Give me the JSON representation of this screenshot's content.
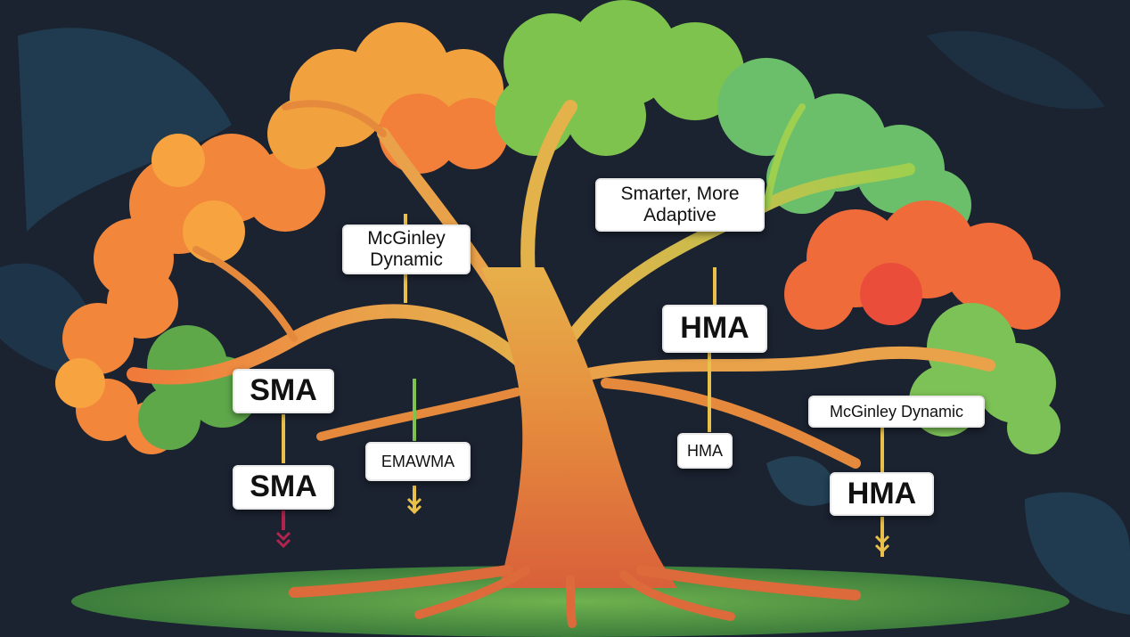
{
  "labels": {
    "mcginley_top": "McGinley Dynamic",
    "smarter": "Smarter, More Adaptive",
    "hma_upper": "HMA",
    "sma_upper": "SMA",
    "sma_lower": "SMA",
    "emawma": "EMAWMA",
    "hma_small": "HMA",
    "mcginley_right": "McGinley Dynamic",
    "hma_right": "HMA"
  },
  "colors": {
    "background": "#1b2230",
    "trunk": "#e07a3c",
    "foliage_orange": "#f08a3a",
    "foliage_green": "#6dbb4a",
    "ground": "#5da24a"
  }
}
